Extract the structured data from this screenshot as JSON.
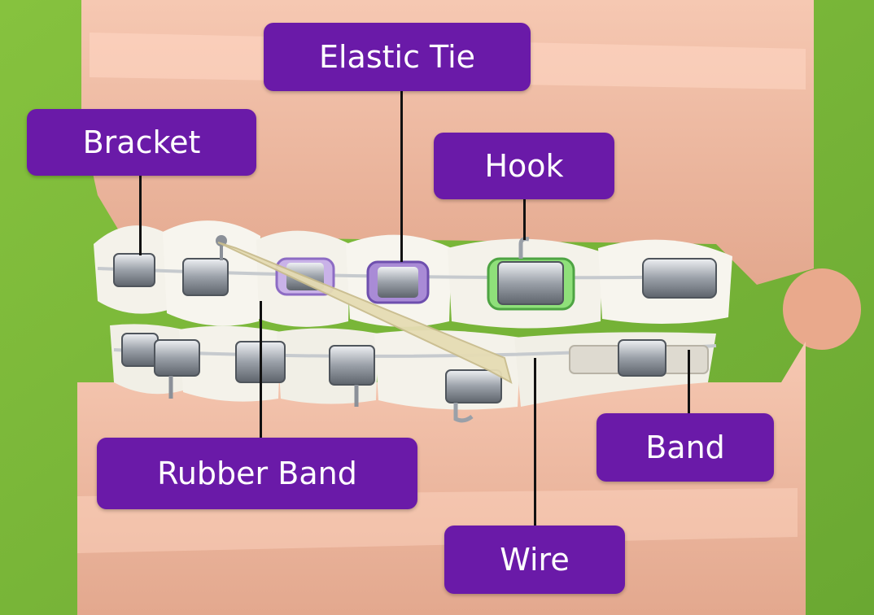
{
  "colors": {
    "background": "#7dbb3a",
    "label_fill": "#6a1aa8",
    "label_text": "#ffffff",
    "gum": "#f0b8a0",
    "teeth": "#f4f2ea",
    "metal": "#b8bcc2",
    "elastic_purple": "#a98bd6",
    "elastic_green": "#8fe07a",
    "rubber_band": "#e6dcb4"
  },
  "labels": {
    "elastic_tie": "Elastic Tie",
    "bracket": "Bracket",
    "hook": "Hook",
    "rubber_band": "Rubber Band",
    "band": "Band",
    "wire": "Wire"
  }
}
